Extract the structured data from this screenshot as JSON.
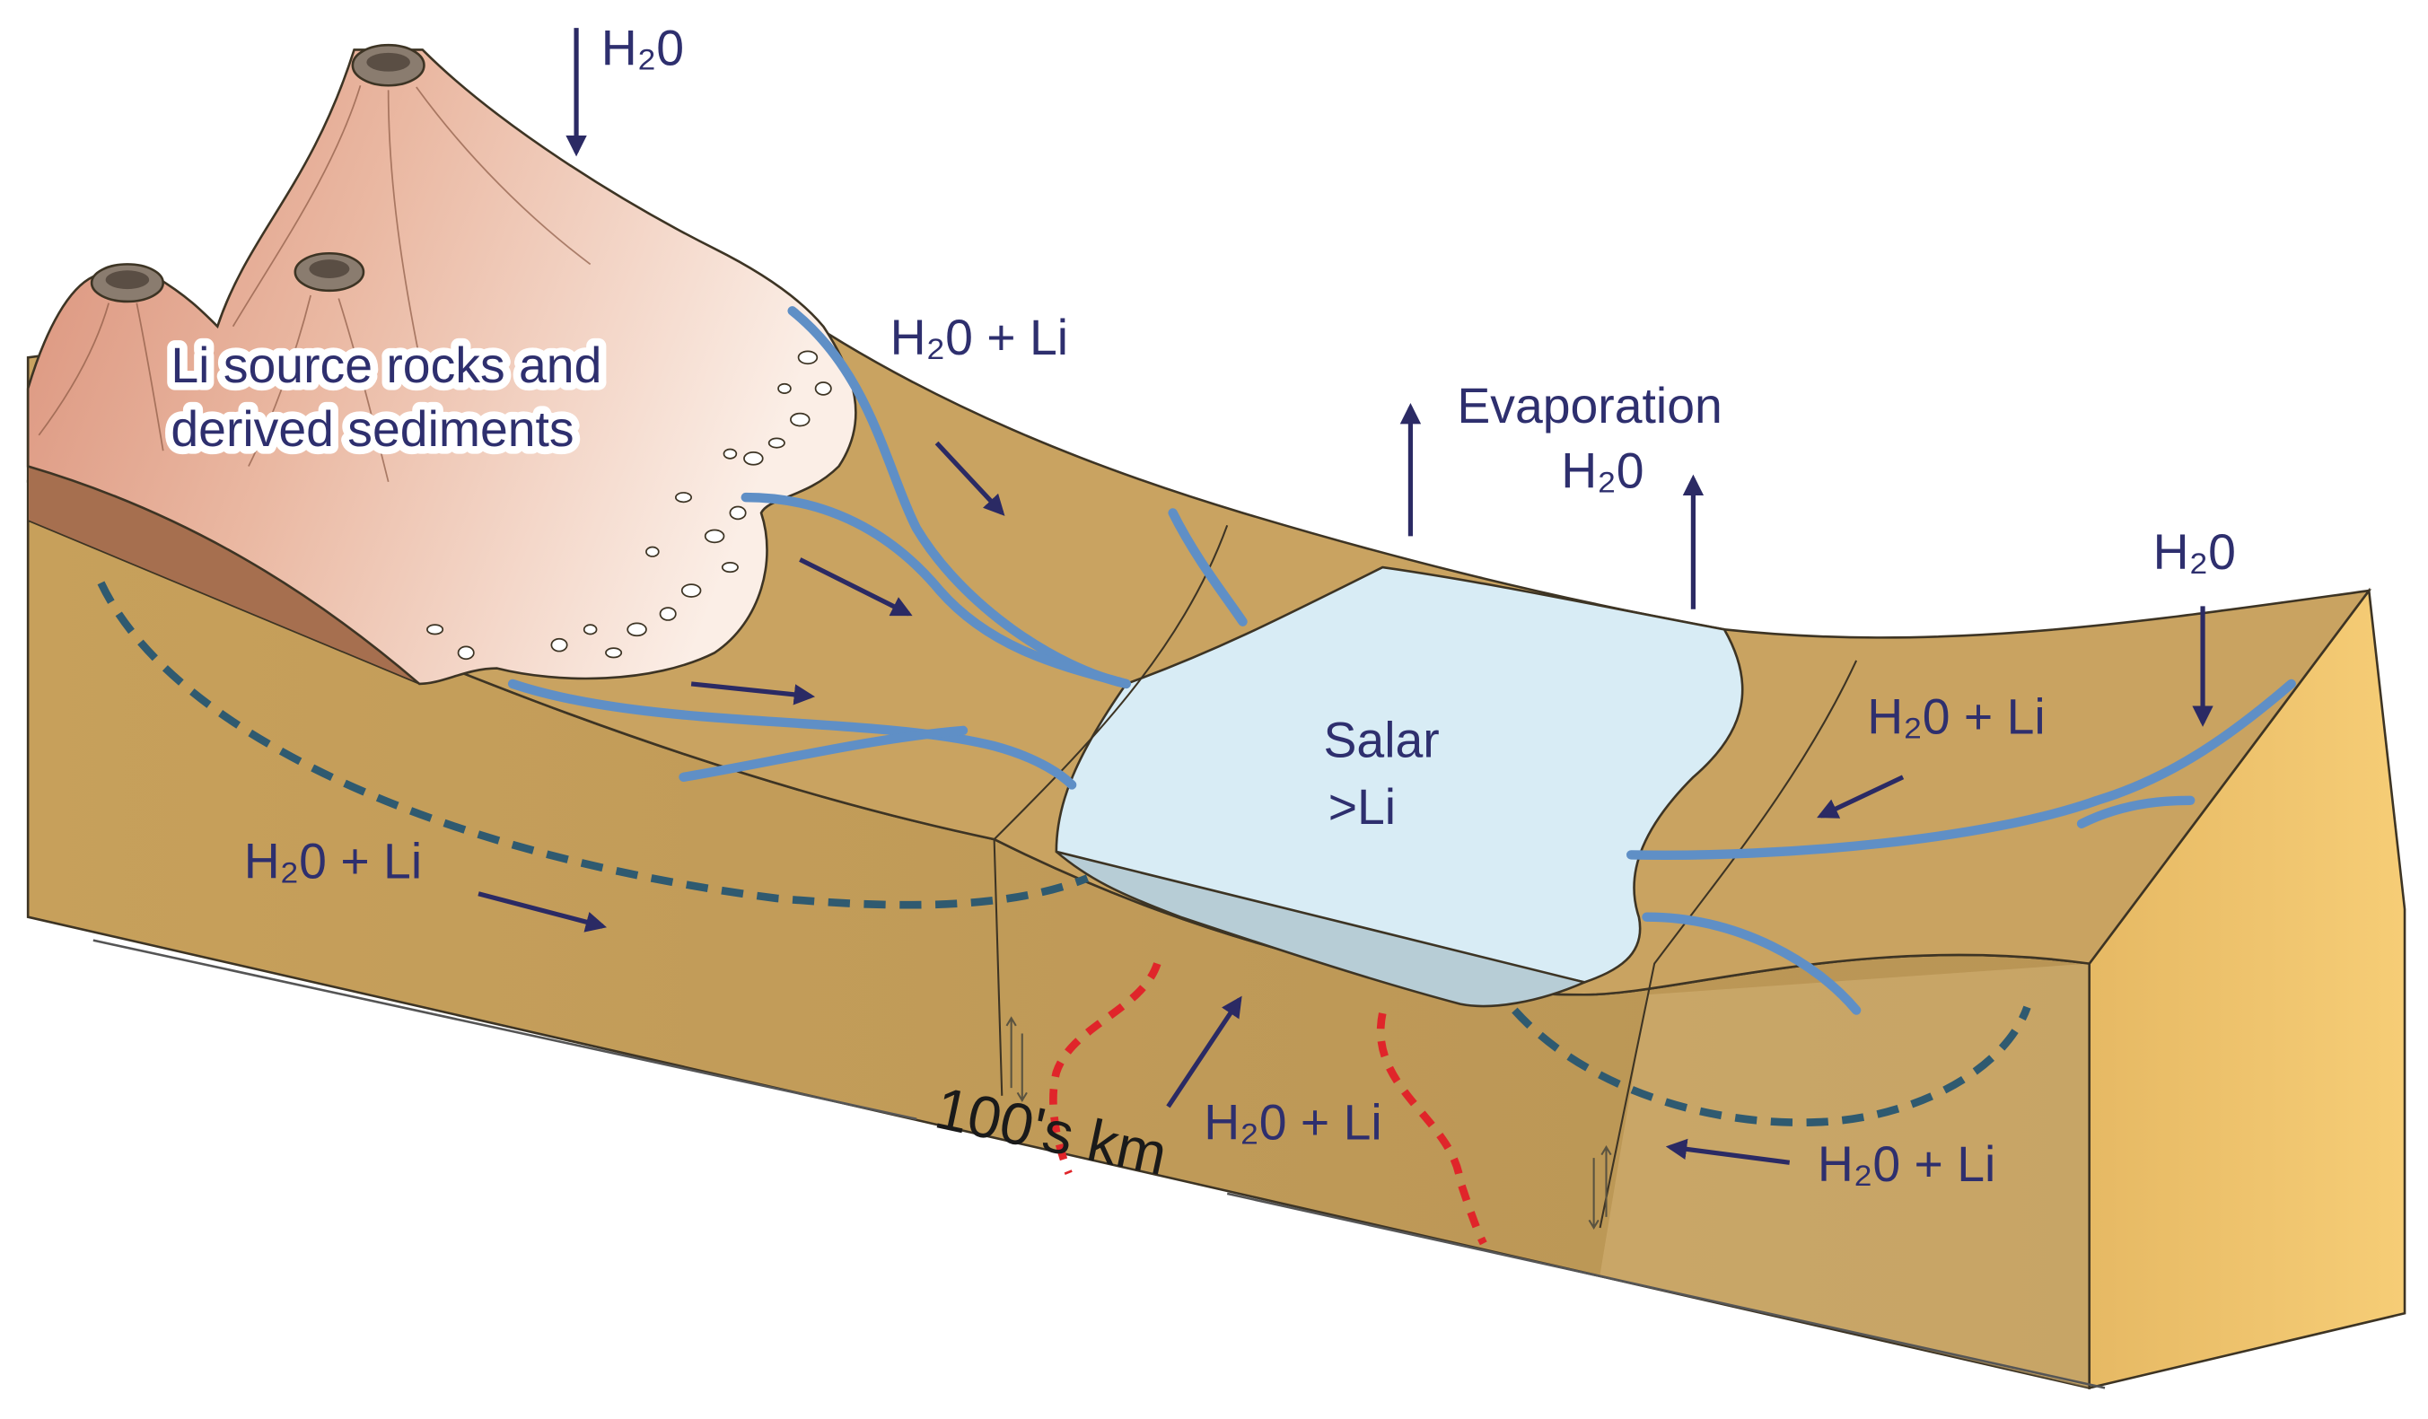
{
  "labels": {
    "source_rocks_line1": "Li source rocks and",
    "source_rocks_line2": "derived sediments",
    "rain_top": "H₂0",
    "runoff_top": "H₂0 + Li",
    "evaporation": "Evaporation",
    "evaporation_h2o": "H₂0",
    "rain_right": "H₂0",
    "runoff_right": "H₂0 + Li",
    "salar": "Salar",
    "salar_li": ">Li",
    "groundwater_left": "H₂0 + Li",
    "groundwater_center": "H₂0 + Li",
    "groundwater_right": "H₂0 + Li",
    "scale": "100's km"
  },
  "colors": {
    "sediment_top": "#c9a361",
    "sediment_front": "#c29a55",
    "sediment_end": "#f3c76e",
    "volcano": "#eab8a2",
    "volcano_light": "#fbeee6",
    "salar": "#d8ecf5",
    "salar_side": "#b7cdd6",
    "river": "#5f8fc6",
    "groundwater_dash": "#2f5a70",
    "hydrothermal_dash": "#e0252a",
    "arrow": "#2b2a64",
    "outline": "#3d3424"
  },
  "icons": [
    "down-arrow-icon",
    "up-arrow-icon",
    "right-arrow-icon",
    "fault-arrows-icon"
  ]
}
